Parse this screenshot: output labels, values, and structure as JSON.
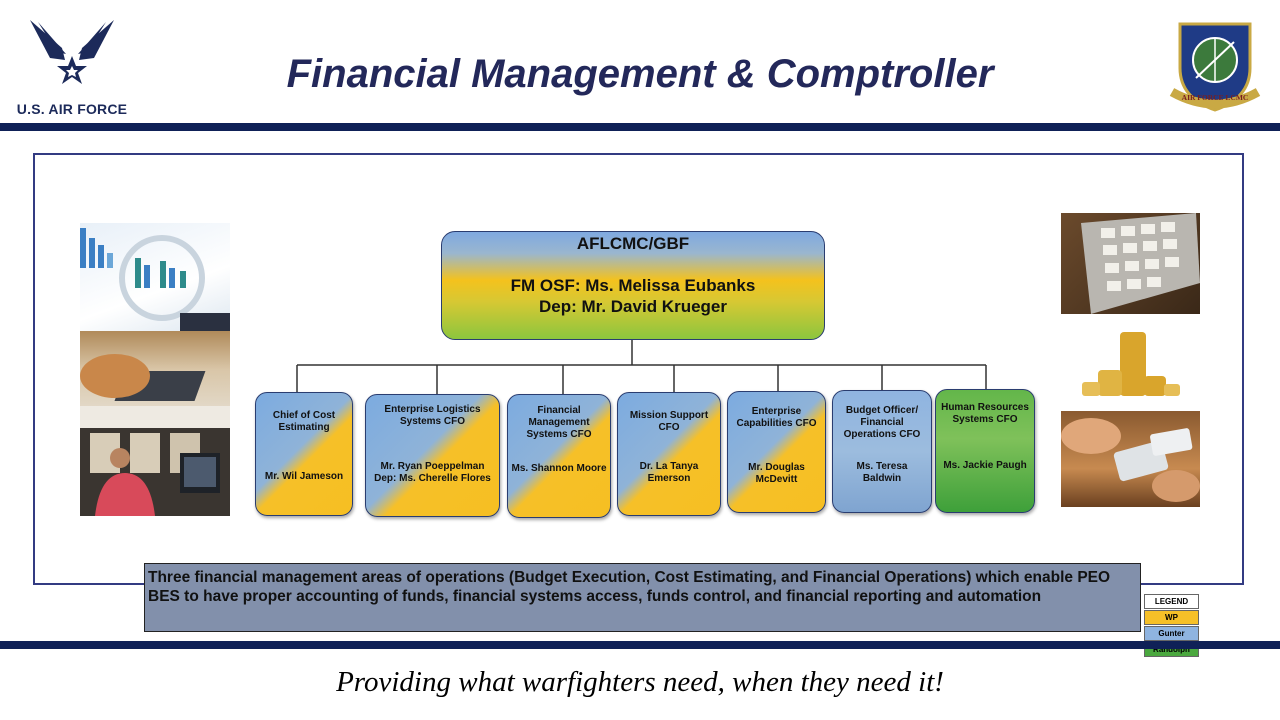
{
  "header": {
    "title": "Financial Management & Comptroller",
    "left_logo_text": "U.S. AIR FORCE",
    "right_logo_text": "AIR FORCE LCMC"
  },
  "org": {
    "root": {
      "code": "AFLCMC/GBF",
      "line1": "FM OSF: Ms. Melissa Eubanks",
      "line2": "Dep: Mr. David Krueger"
    },
    "units": [
      {
        "title": "Chief of Cost Estimating",
        "names": "Mr. Wil Jameson",
        "location": "WP/Gunter"
      },
      {
        "title": "Enterprise Logistics Systems CFO",
        "names": "Mr. Ryan Poeppelman Dep: Ms. Cherelle Flores",
        "location": "WP/Gunter"
      },
      {
        "title": "Financial Management Systems CFO",
        "names": "Ms. Shannon Moore",
        "location": "WP/Gunter"
      },
      {
        "title": "Mission Support CFO",
        "names": "Dr. La Tanya Emerson",
        "location": "WP/Gunter"
      },
      {
        "title": "Enterprise Capabilities CFO",
        "names": "Mr. Douglas McDevitt",
        "location": "WP/Gunter"
      },
      {
        "title": "Budget Officer/ Financial Operations CFO",
        "names": "Ms. Teresa Baldwin",
        "location": "Gunter"
      },
      {
        "title": "Human Resources Systems CFO",
        "names": "Ms. Jackie Paugh",
        "location": "Randolph"
      }
    ]
  },
  "description": "Three financial management areas of operations (Budget Execution, Cost Estimating, and Financial Operations) which enable PEO BES to have proper accounting of funds, financial systems access, funds control, and financial reporting and automation",
  "legend": {
    "title": "LEGEND",
    "items": [
      {
        "label": "WP",
        "color": "#f6c028"
      },
      {
        "label": "Gunter",
        "color": "#8fb4e0"
      },
      {
        "label": "Randolph",
        "color": "#4aa83e"
      }
    ]
  },
  "tagline": "Providing what warfighters need, when they need it!",
  "colors": {
    "navy": "#0f2157",
    "title": "#23285a",
    "description_bg": "#8290ab"
  }
}
